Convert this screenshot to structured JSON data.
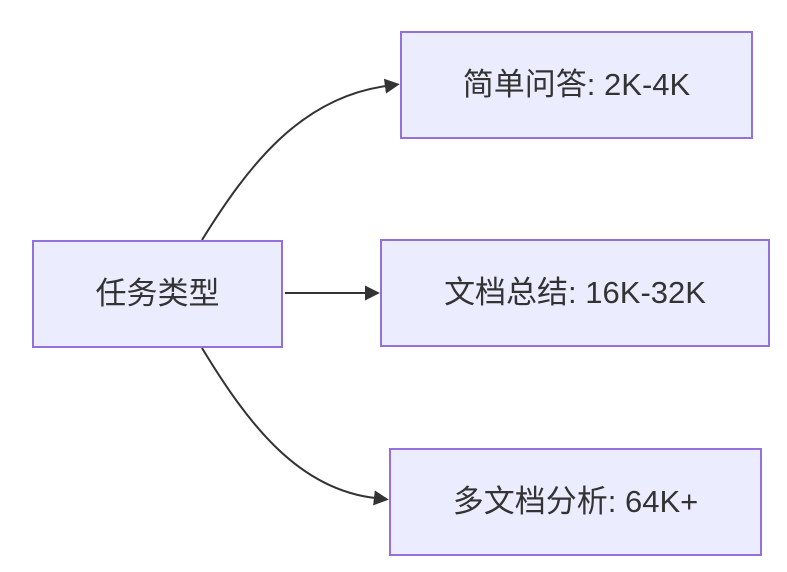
{
  "diagram": {
    "type": "flowchart-left-to-right",
    "root": {
      "label": "任务类型"
    },
    "branches": [
      {
        "label": "简单问答: 2K-4K"
      },
      {
        "label": "文档总结: 16K-32K"
      },
      {
        "label": "多文档分析: 64K+"
      }
    ],
    "edges": [
      {
        "from": "任务类型",
        "to": "简单问答: 2K-4K"
      },
      {
        "from": "任务类型",
        "to": "文档总结: 16K-32K"
      },
      {
        "from": "任务类型",
        "to": "多文档分析: 64K+"
      }
    ],
    "colors": {
      "background": "#FFFFFF",
      "node_fill": "#ECECFF",
      "node_border": "#9370DB",
      "text": "#333333",
      "arrow": "#333333"
    }
  }
}
